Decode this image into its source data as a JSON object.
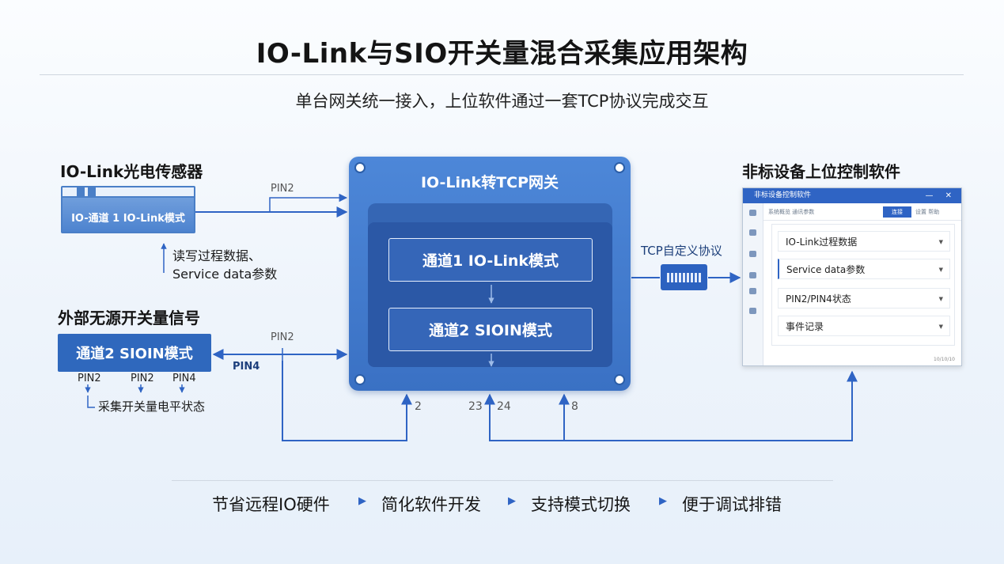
{
  "title": "IO-Link与SIO开关量混合采集应用架构",
  "subtitle": "单台网关统一接入，上位软件通过一套TCP协议完成交互",
  "sensor": {
    "heading": "IO-Link光电传感器",
    "body_label": "IO-通道 1 IO-Link模式",
    "note_line1": "读写过程数据、",
    "note_line2": "Service data参数",
    "pin_label": "PIN2"
  },
  "switch_signal": {
    "heading": "外部无源开关量信号",
    "box_label": "通道2 SIOIN模式",
    "pins": [
      "PIN2",
      "PIN2",
      "PIN4"
    ],
    "note": "采集开关量电平状态",
    "pin_top_label": "PIN2",
    "pin_side_label": "PIN4"
  },
  "gateway": {
    "title": "IO-Link转TCP网关",
    "channel1": "通道1 IO-Link模式",
    "channel2": "通道2 SIOIN模式",
    "port_labels": [
      "2",
      "23",
      "24",
      "8"
    ]
  },
  "protocol": {
    "label": "TCP自定义协议",
    "connector_icon": "rj45-connector-icon"
  },
  "software": {
    "heading": "非标设备上位控制软件",
    "window_title": "非标设备控制软件",
    "window_controls": "— ✕",
    "toolbar_left": "系统概览   通讯参数",
    "toolbar_button": "连接",
    "toolbar_right": "设置   帮助",
    "rows": [
      "IO-Link过程数据",
      "Service data参数",
      "PIN2/PIN4状态",
      "事件记录"
    ],
    "status": "10/10/10"
  },
  "benefits": [
    "节省远程IO硬件",
    "简化软件开发",
    "支持模式切换",
    "便于调试排错"
  ],
  "colors": {
    "accent": "#2f64c4",
    "gateway": "#3a71c4",
    "line": "#2f64c4"
  }
}
